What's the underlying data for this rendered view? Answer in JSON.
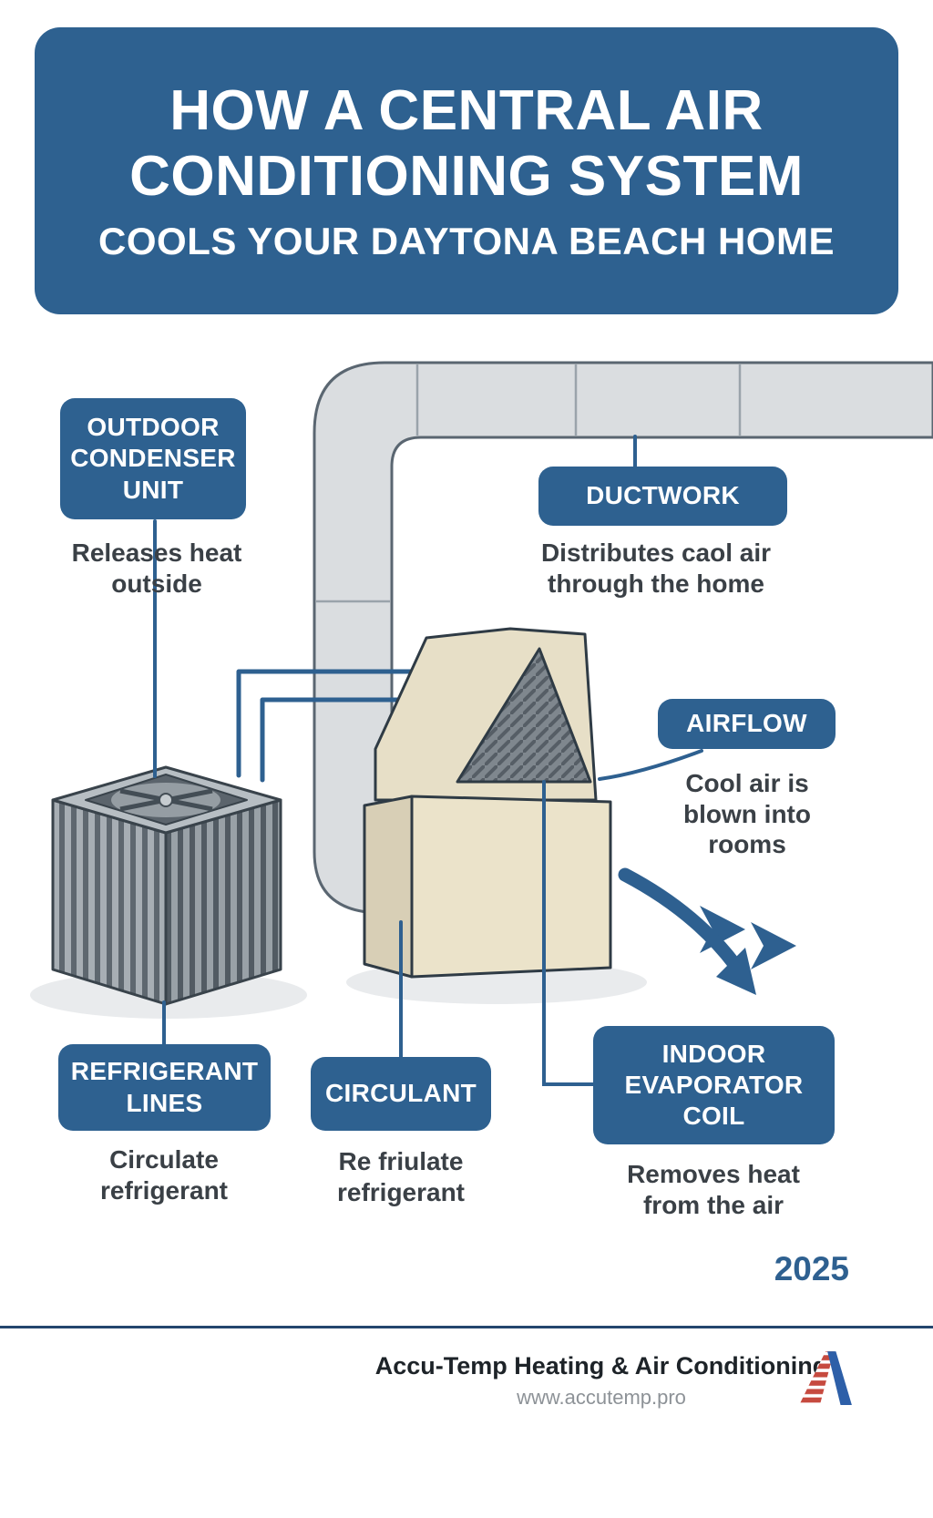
{
  "header": {
    "title_line1": "HOW A CENTRAL AIR",
    "title_line2": "CONDITIONING SYSTEM",
    "subtitle": "COOLS YOUR DAYTONA BEACH HOME"
  },
  "callouts": {
    "outdoor_condenser": {
      "title": "OUTDOOR\nCONDENSER\nUNIT",
      "caption": "Releases heat\noutside"
    },
    "ductwork": {
      "title": "DUCTWORK",
      "caption": "Distributes caol air\nthrough the home"
    },
    "airflow": {
      "title": "AIRFLOW",
      "caption": "Cool air is\nblown into\nrooms"
    },
    "refrigerant_lines": {
      "title": "REFRIGERANT\nLINES",
      "caption": "Circulate\nrefrigerant"
    },
    "circulant": {
      "title": "CIRCULANT",
      "caption": "Re friulate\nrefrigerant"
    },
    "indoor_evaporator_coil": {
      "title": "INDOOR\nEVAPORATOR\nCOIL",
      "caption": "Removes heat\nfrom the air"
    }
  },
  "year": "2025",
  "footer": {
    "company": "Accu-Temp Heating & Air Conditioning",
    "website": "www.accutemp.pro",
    "logo_icon": "accu-temp-a-logo"
  },
  "illustration_parts": [
    "ductwork-shape",
    "outdoor-condenser-unit",
    "condenser-fan",
    "refrigerant-pipes",
    "indoor-air-handler",
    "evaporator-coil",
    "airflow-arrows",
    "callout-connector-lines"
  ],
  "colors": {
    "brand_blue": "#2e6190",
    "connector_blue": "#2e6090",
    "caption_gray": "#3a4046",
    "duct_gray": "#dadde0",
    "cabinet_beige": "#ebe3ca",
    "coil_gray": "#7f878e",
    "footer_line_navy": "#24466e",
    "logo_red": "#c64a3f",
    "logo_blue": "#2d5fa8"
  }
}
